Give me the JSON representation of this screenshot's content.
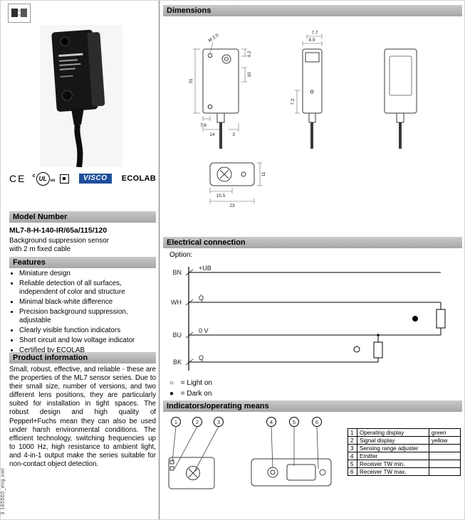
{
  "page": {
    "side_text": "3   165560_eng.xml"
  },
  "left": {
    "certifications": {
      "ce": "CE",
      "ul_prefix": "c",
      "ul": "UL",
      "ul_suffix": "us",
      "visco": "VISCO",
      "ecolab": "ECOLAB"
    },
    "model_number": {
      "header": "Model Number",
      "value": "ML7-8-H-140-IR/65a/115/120",
      "description_line1": "Background suppression sensor",
      "description_line2": "with 2 m fixed cable"
    },
    "features": {
      "header": "Features",
      "items": [
        "Miniature design",
        "Reliable detection of all surfaces, independent of color and structure",
        "Minimal black-white difference",
        "Precision background suppression, adjustable",
        "Clearly visible function indicators",
        "Short circuit and low voltage indicator",
        "Certified by ECOLAB"
      ]
    },
    "product_info": {
      "header": "Product information",
      "text": "Small, robust, effective, and reliable - these are the properties of the ML7 sensor series. Due to their small size, number of versions, and two different lens positions, they are particularly suited for installation in tight spaces. The robust design and high quality of Pepperl+Fuchs mean they can also be used under harsh environmental conditions. The efficient technology, switching frequencies up to 1000 Hz, high resistance to ambient light, and 4-in-1 output make the series suitable for non-contact object detection."
    }
  },
  "right": {
    "dimensions": {
      "header": "Dimensions",
      "labels": [
        "31",
        "4.2",
        "10",
        "7.6",
        "14",
        "3",
        "M 2.5",
        "8.9",
        "7.7",
        "7.2",
        "15.5",
        "23",
        "11"
      ]
    },
    "electrical": {
      "header": "Electrical connection",
      "option_label": "Option:",
      "wires": [
        {
          "terminal": "BN",
          "signal": "+UB"
        },
        {
          "terminal": "WH",
          "signal": "Q̄"
        },
        {
          "terminal": "BU",
          "signal": "0 V"
        },
        {
          "terminal": "BK",
          "signal": "Q"
        }
      ],
      "legend": [
        {
          "symbol": "○",
          "text": "= Light on"
        },
        {
          "symbol": "●",
          "text": "= Dark on"
        }
      ]
    },
    "indicators": {
      "header": "Indicators/operating means",
      "callouts": [
        "1",
        "2",
        "3",
        "4",
        "5",
        "6"
      ],
      "table": [
        {
          "num": "1",
          "label": "Operating display",
          "value": "green"
        },
        {
          "num": "2",
          "label": "Signal display",
          "value": "yellow"
        },
        {
          "num": "3",
          "label": "Sensing range adjuster",
          "value": ""
        },
        {
          "num": "4",
          "label": "Emitter",
          "value": ""
        },
        {
          "num": "5",
          "label": "Receiver TW min.",
          "value": ""
        },
        {
          "num": "6",
          "label": "Receiver TW max.",
          "value": ""
        }
      ]
    }
  }
}
